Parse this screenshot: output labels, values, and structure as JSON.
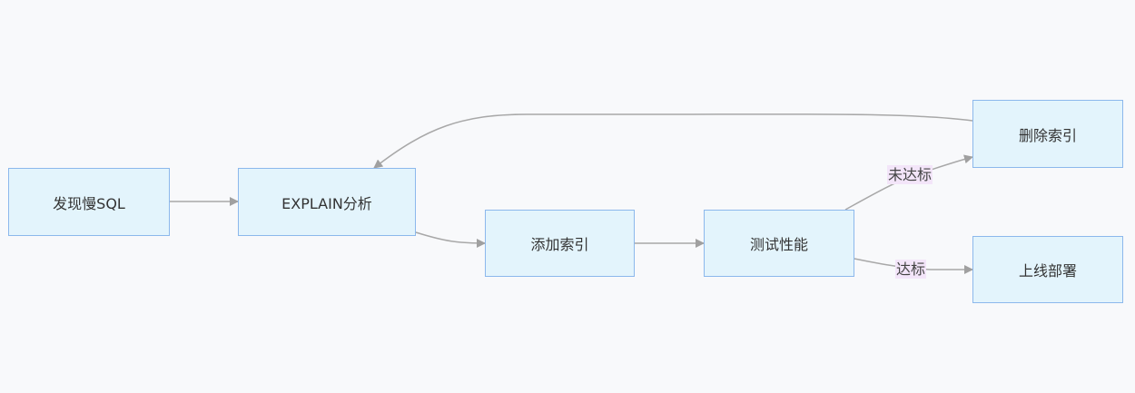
{
  "nodes": {
    "find_slow_sql": "发现慢SQL",
    "explain": "EXPLAIN分析",
    "add_index": "添加索引",
    "test_perf": "测试性能",
    "delete_index": "删除索引",
    "deploy": "上线部署"
  },
  "edges": {
    "fail_label": "未达标",
    "pass_label": "达标"
  },
  "colors": {
    "node_fill": "#e3f4fc",
    "node_border": "#8cb8ec",
    "edge": "#a8a8a8",
    "label_bg": "#f3e5f9",
    "background": "#f8f9fb"
  }
}
